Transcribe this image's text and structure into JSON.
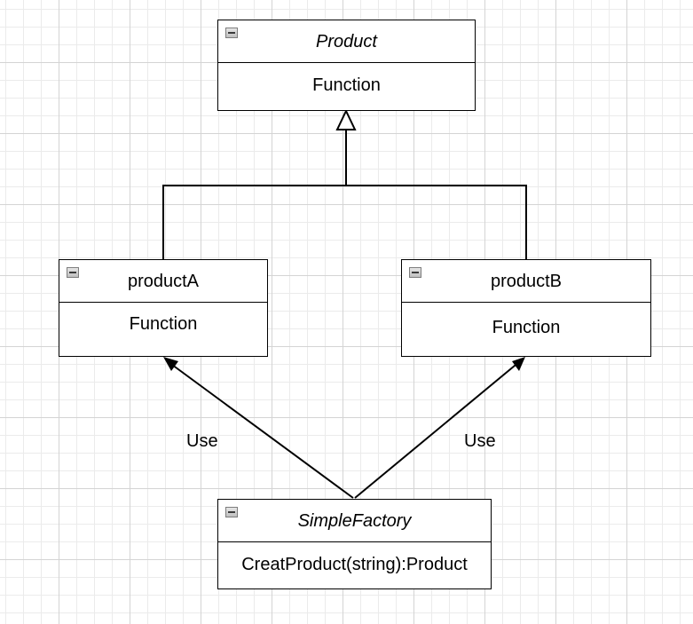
{
  "classes": {
    "product": {
      "name": "Product",
      "member": "Function"
    },
    "product_a": {
      "name": "productA",
      "member": "Function"
    },
    "product_b": {
      "name": "productB",
      "member": "Function"
    },
    "simple_factory": {
      "name": "SimpleFactory",
      "member": "CreatProduct(string):Product"
    }
  },
  "relations": {
    "generalization": {
      "children": [
        "productA",
        "productB"
      ],
      "parent": "Product"
    },
    "use_a": {
      "label": "Use",
      "from": "SimpleFactory",
      "to": "productA"
    },
    "use_b": {
      "label": "Use",
      "from": "SimpleFactory",
      "to": "productB"
    }
  },
  "colors": {
    "line": "#000000",
    "grid_major": "#d4d4d4",
    "grid_minor": "#ebebeb",
    "box_fill": "#ffffff"
  },
  "icons": {
    "collapse": "collapse-minus-icon"
  }
}
